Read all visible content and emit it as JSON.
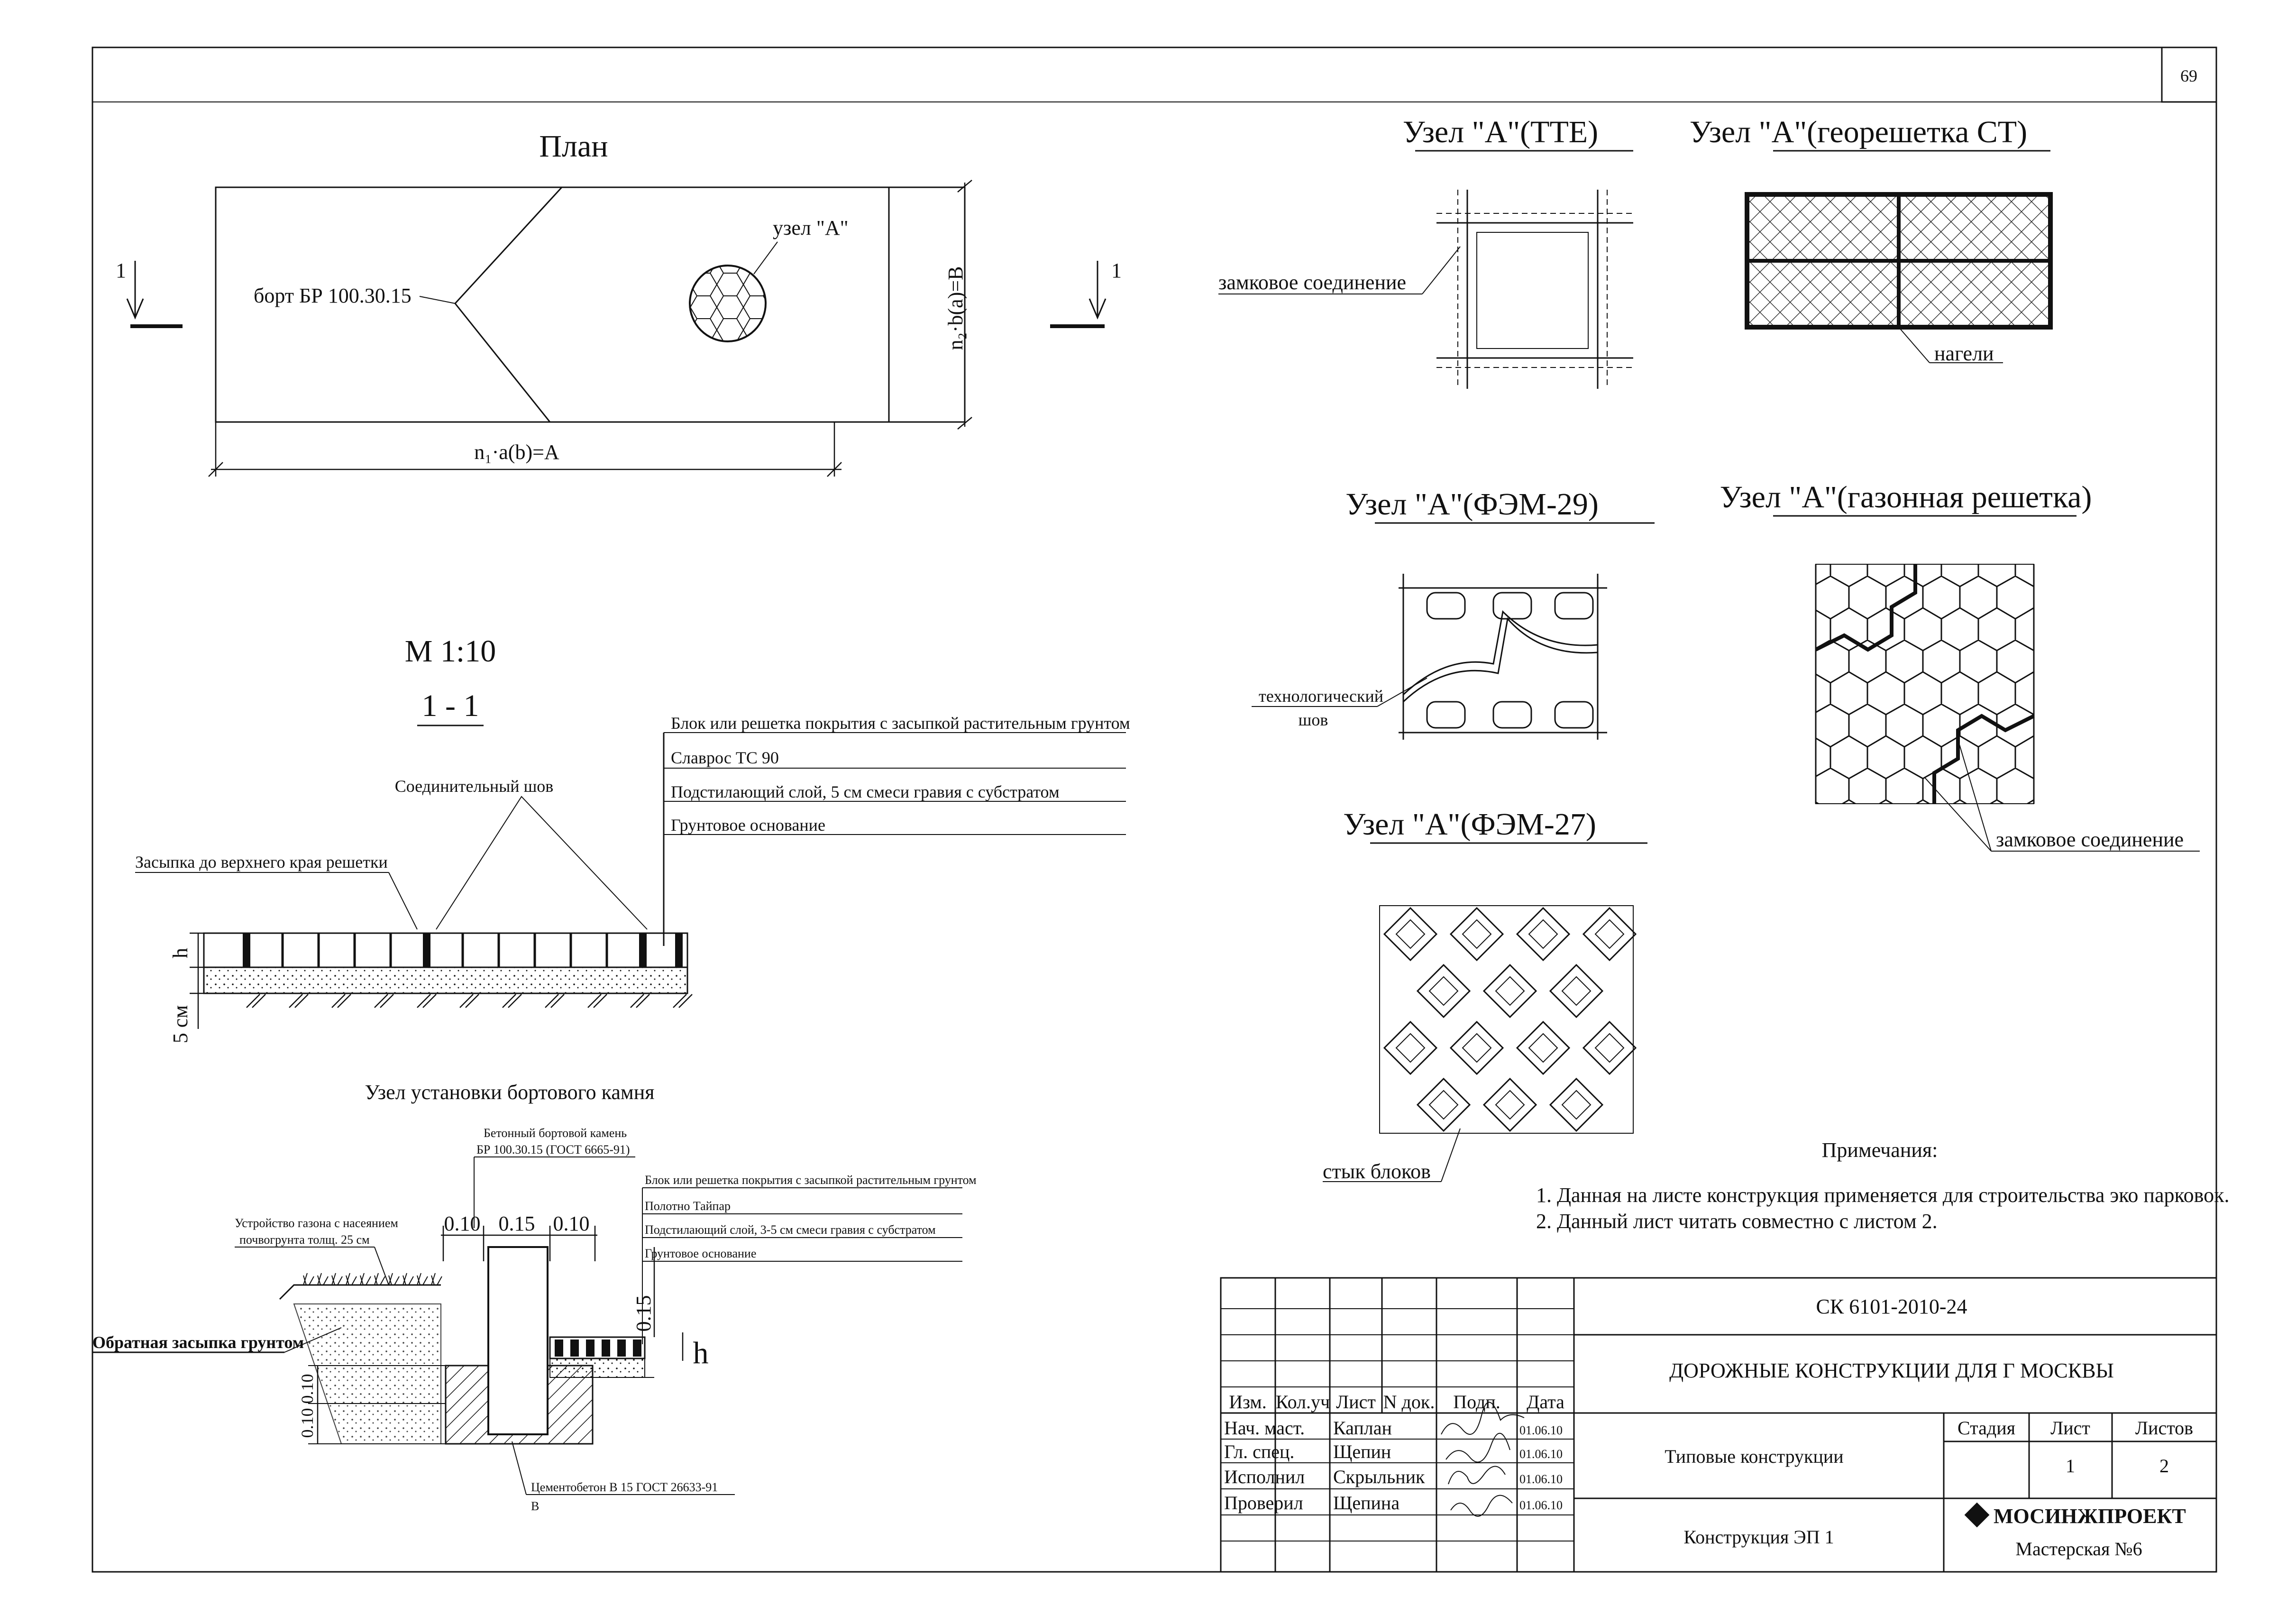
{
  "sheet": {
    "page_number": "69"
  },
  "plan": {
    "title": "План",
    "curb_label": "борт БР 100.30.15",
    "node_label": "узел \"А\"",
    "dim_horizontal": "n₁·a(b)=A",
    "dim_vertical": "n₂·b(a)=B",
    "section_mark_left": "1",
    "section_mark_right": "1"
  },
  "section_1_1": {
    "scale": "М 1:10",
    "title": "1 - 1",
    "layers": [
      "Блок или решетка покрытия  с засыпкой растительным грунтом",
      "Славрос ТС 90",
      "Подстилающий слой, 5 см смеси гравия с субстратом",
      "Грунтовое основание"
    ],
    "joint_label": "Соединительный шов",
    "fill_label": "Засыпка до верхнего края решетки",
    "dim_h": "h",
    "dim_5cm": "5 см"
  },
  "curb_node": {
    "title": "Узел установки бортового камня",
    "stone_label_1": "Бетонный бортовой камень",
    "stone_label_2": "БР 100.30.15 (ГОСТ 6665-91)",
    "layers": [
      "Блок или решетка покрытия с засыпкой растительным грунтом",
      "Полотно Тайпар",
      "Подстилающий слой, 3-5 см смеси гравия с субстратом",
      "Грунтовое основание"
    ],
    "lawn_label_1": "Устройство газона с насеянием",
    "lawn_label_2": "почвогрунта  толщ. 25 см",
    "backfill_label": "Обратная засыпка грунтом",
    "concrete_label_1": "Цементобетон В 15  ГОСТ 26633-91",
    "concrete_label_2": "B ",
    "dim_010_a": "0.10",
    "dim_015": "0.15",
    "dim_010_b": "0.10",
    "dim_015_v": "0.15",
    "dim_h": "h",
    "dim_v_left": "0.10 0.10"
  },
  "nodes": {
    "tte": {
      "title": "Узел \"А\"(ТТЕ)",
      "label": "замковое соединение"
    },
    "georeshetka": {
      "title": "Узел \"А\"(георешетка СТ)",
      "label": "нагели"
    },
    "fem29": {
      "title": "Узел \"А\"(ФЭМ-29)",
      "label_1": "технологический",
      "label_2": "шов"
    },
    "gazon": {
      "title": "Узел \"А\"(газонная решетка)",
      "label": "замковое соединение"
    },
    "fem27": {
      "title": "Узел \"А\"(ФЭМ-27)",
      "label": "стык блоков"
    }
  },
  "notes": {
    "title": "Примечания:",
    "items": [
      "1. Данная на листе конструкция применяется для строительства эко парковок.",
      "2. Данный лист читать совместно с листом 2."
    ]
  },
  "title_block": {
    "code": "СК 6101-2010-24",
    "project": "ДОРОЖНЫЕ КОНСТРУКЦИИ ДЛЯ Г МОСКВЫ",
    "section": "Типовые конструкции",
    "drawing": "Конструкция ЭП 1",
    "org": "МОСИНЖПРОЕКТ",
    "workshop": "Мастерская №6",
    "headers": [
      "Изм.",
      "Кол.уч",
      "Лист",
      "N док.",
      "Подп.",
      "Дата"
    ],
    "stage_headers": [
      "Стадия",
      "Лист",
      "Листов"
    ],
    "sheet": "1",
    "sheets": "2",
    "rows": [
      {
        "role": "Нач. маст.",
        "name": "Каплан",
        "date": "01.06.10"
      },
      {
        "role": "Гл. спец.",
        "name": "Щепин",
        "date": "01.06.10"
      },
      {
        "role": "Исполнил",
        "name": "Скрыльник",
        "date": "01.06.10"
      },
      {
        "role": "Проверил",
        "name": "Щепина",
        "date": "01.06.10"
      }
    ]
  }
}
